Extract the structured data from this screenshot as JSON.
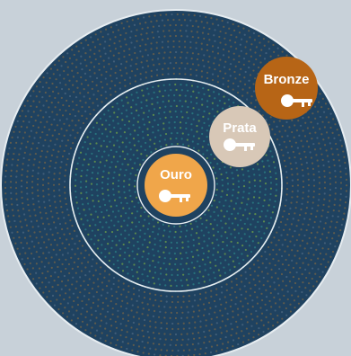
{
  "colors": {
    "background": "#c8d1d9",
    "field": "#1f4260",
    "ring_line": "#e7edf1",
    "dot_orange": "#c9862f",
    "dot_teal": "#2f9a93",
    "dot_lime": "#8cc73f",
    "dot_gray": "#7c8fa0",
    "gold": "#f0a64a",
    "silver": "#d8c8b7",
    "bronze": "#b76516",
    "key": "#ffffff"
  },
  "tiers": [
    {
      "id": "gold",
      "label": "Ouro",
      "color": "#f0a64a",
      "icon": "key-icon"
    },
    {
      "id": "silver",
      "label": "Prata",
      "color": "#d8c8b7",
      "icon": "key-icon"
    },
    {
      "id": "bronze",
      "label": "Bronze",
      "color": "#b76516",
      "icon": "key-icon"
    }
  ]
}
